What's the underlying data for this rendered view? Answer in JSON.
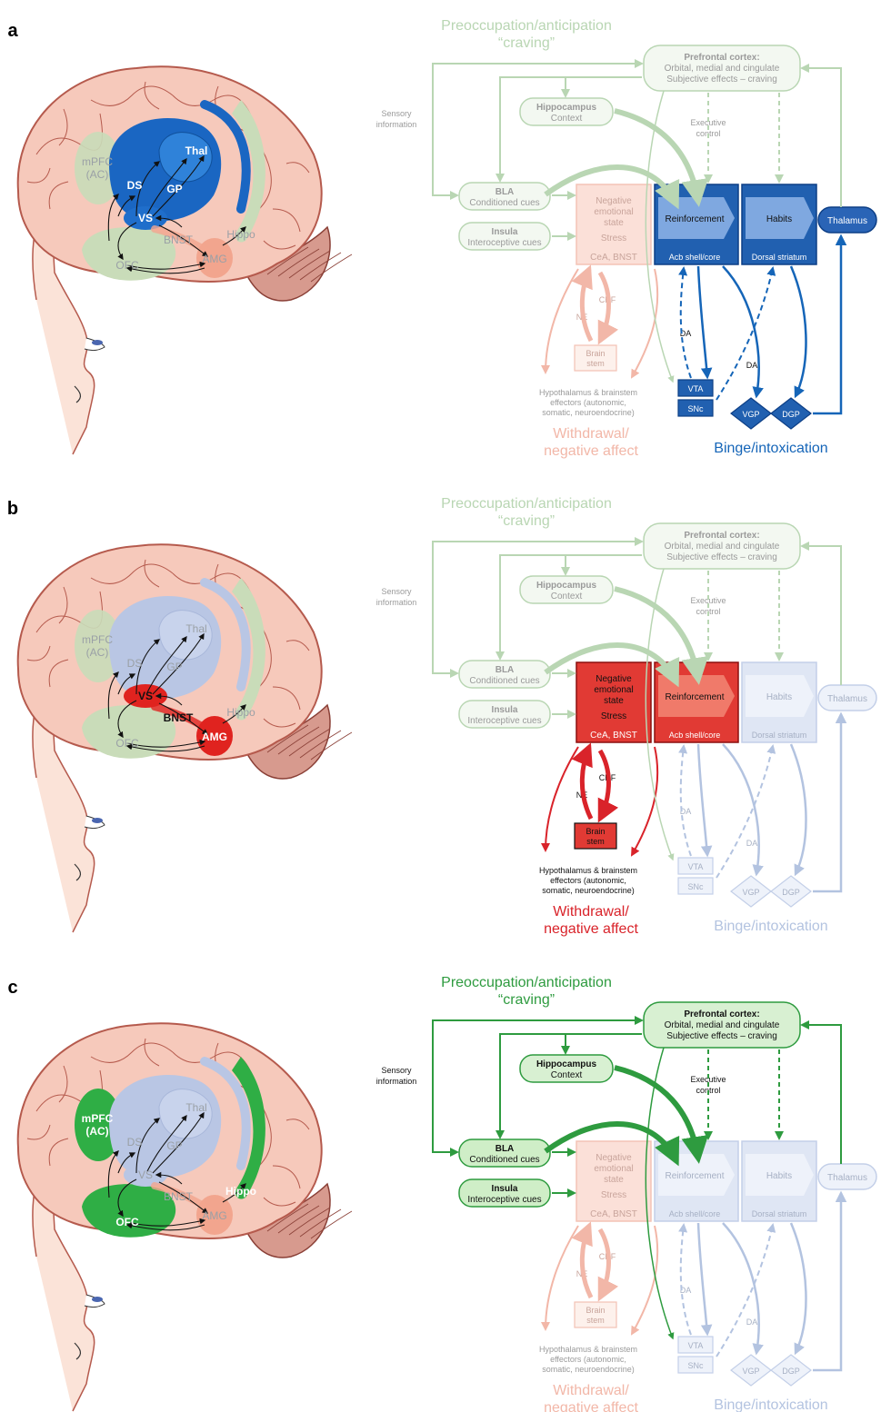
{
  "colors": {
    "green_bright": "#2e9b3f",
    "green_faded": "#b9d6b3",
    "blue_bright": "#1565b8",
    "blue_faded": "#b3c3e0",
    "red_bright": "#d9232a",
    "red_faded": "#f2b7a8",
    "brain_fill": "#f6c9bb",
    "brain_stroke": "#b55a4d"
  },
  "brain_labels": {
    "mpfc": "mPFC",
    "ac": "(AC)",
    "ds": "DS",
    "gp": "GP",
    "thal": "Thal",
    "vs": "VS",
    "bnst": "BNST",
    "hippo": "Hippo",
    "amg": "AMG",
    "ofc": "OFC"
  },
  "diagram": {
    "preoccupation_line1": "Preoccupation/anticipation",
    "preoccupation_line2": "“craving”",
    "pfc_line1": "Prefrontal cortex:",
    "pfc_line2": "Orbital, medial and cingulate",
    "pfc_line3": "Subjective effects – craving",
    "hippocampus": "Hippocampus",
    "context": "Context",
    "sensory1": "Sensory",
    "sensory2": "information",
    "executive1": "Executive",
    "executive2": "control",
    "bla": "BLA",
    "conditioned_cues": "Conditioned cues",
    "insula": "Insula",
    "interoceptive_cues": "Interoceptive cues",
    "negative1": "Negative",
    "negative2": "emotional",
    "negative3": "state",
    "stress": "Stress",
    "cea_bnst": "CeA, BNST",
    "reinforcement": "Reinforcement",
    "acb": "Acb shell/core",
    "habits": "Habits",
    "dorsal_striatum": "Dorsal striatum",
    "thalamus": "Thalamus",
    "crf": "CRF",
    "ne": "NE",
    "brain_stem1": "Brain",
    "brain_stem2": "stem",
    "da": "DA",
    "vta": "VTA",
    "snc": "SNc",
    "vgp": "VGP",
    "dgp": "DGP",
    "hypo1": "Hypothalamus & brainstem",
    "hypo2": "effectors (autonomic,",
    "hypo3": "somatic, neuroendocrine)",
    "withdrawal1": "Withdrawal/",
    "withdrawal2": "negative affect",
    "binge": "Binge/intoxication"
  },
  "panels": [
    {
      "letter": "a",
      "active_stage": "binge"
    },
    {
      "letter": "b",
      "active_stage": "withdrawal"
    },
    {
      "letter": "c",
      "active_stage": "preoccupation"
    }
  ]
}
